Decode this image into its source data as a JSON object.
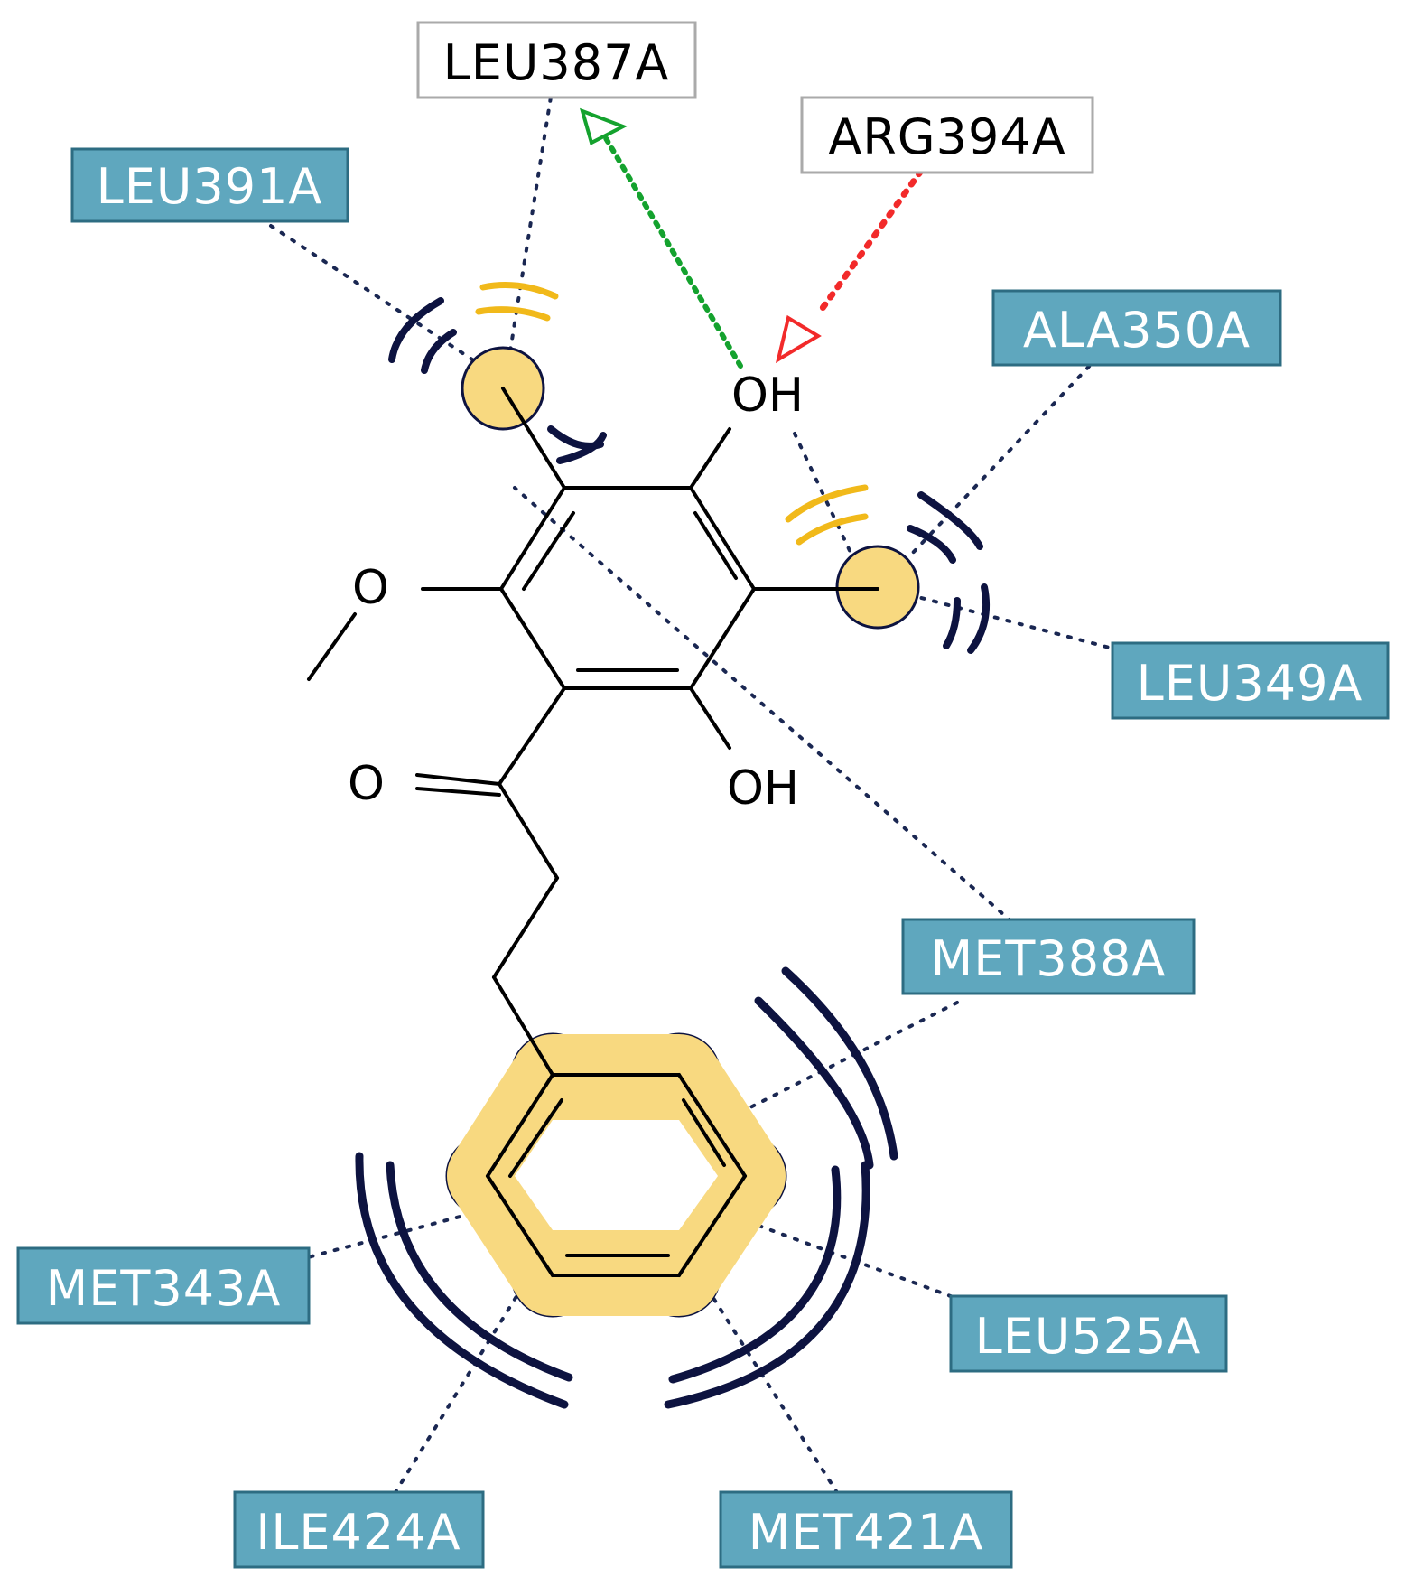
{
  "colors": {
    "hydrophobic_box": "#5fa7be",
    "hbond_box_fill": "#ffffff",
    "hbond_box_border": "#aaaaaa",
    "dotted_line": "#1a2752",
    "arc_dark": "#0d1340",
    "arc_yellow": "#f1b91a",
    "ring_highlight": "#f8d980",
    "hbond_green": "#14a22e",
    "hbond_red": "#f22a2a",
    "bond": "#000000"
  },
  "residues": {
    "leu387a": "LEU387A",
    "arg394a": "ARG394A",
    "leu391a": "LEU391A",
    "ala350a": "ALA350A",
    "leu349a": "LEU349A",
    "met388a": "MET388A",
    "met343a": "MET343A",
    "leu525a": "LEU525A",
    "ile424a": "ILE424A",
    "met421a": "MET421A"
  },
  "atoms": {
    "oh_top": "OH",
    "oh_bottom": "OH",
    "o_methoxy": "O",
    "o_carbonyl": "O"
  }
}
